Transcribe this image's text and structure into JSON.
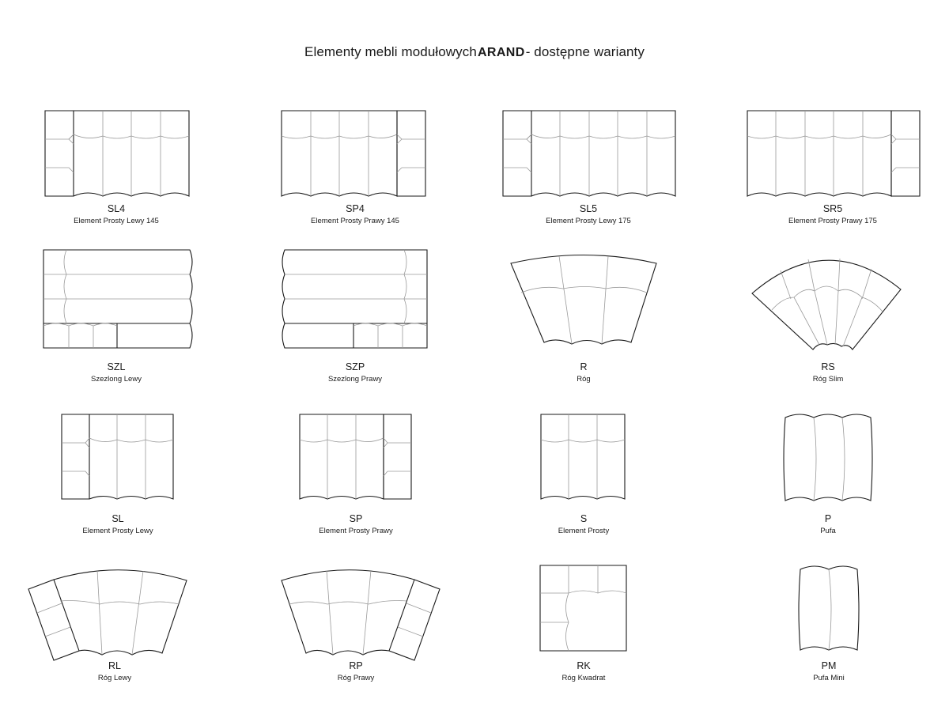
{
  "header": {
    "title_before": "Elementy mebli modułowych",
    "brand": "ARAND",
    "title_after": "- dostępne warianty"
  },
  "items": [
    {
      "code": "SL4",
      "name": "Element Prosty Lewy 145"
    },
    {
      "code": "SP4",
      "name": "Element Prosty Prawy 145"
    },
    {
      "code": "SL5",
      "name": "Element Prosty Lewy 175"
    },
    {
      "code": "SR5",
      "name": "Element Prosty Prawy 175"
    },
    {
      "code": "SZL",
      "name": "Szezlong Lewy"
    },
    {
      "code": "SZP",
      "name": "Szezlong Prawy"
    },
    {
      "code": "R",
      "name": "Róg"
    },
    {
      "code": "RS",
      "name": "Róg Slim"
    },
    {
      "code": "SL",
      "name": "Element Prosty Lewy"
    },
    {
      "code": "SP",
      "name": "Element Prosty Prawy"
    },
    {
      "code": "S",
      "name": "Element Prosty"
    },
    {
      "code": "P",
      "name": "Pufa"
    },
    {
      "code": "RL",
      "name": "Róg Lewy"
    },
    {
      "code": "RP",
      "name": "Róg Prawy"
    },
    {
      "code": "RK",
      "name": "Róg Kwadrat"
    },
    {
      "code": "PM",
      "name": "Pufa Mini"
    }
  ]
}
